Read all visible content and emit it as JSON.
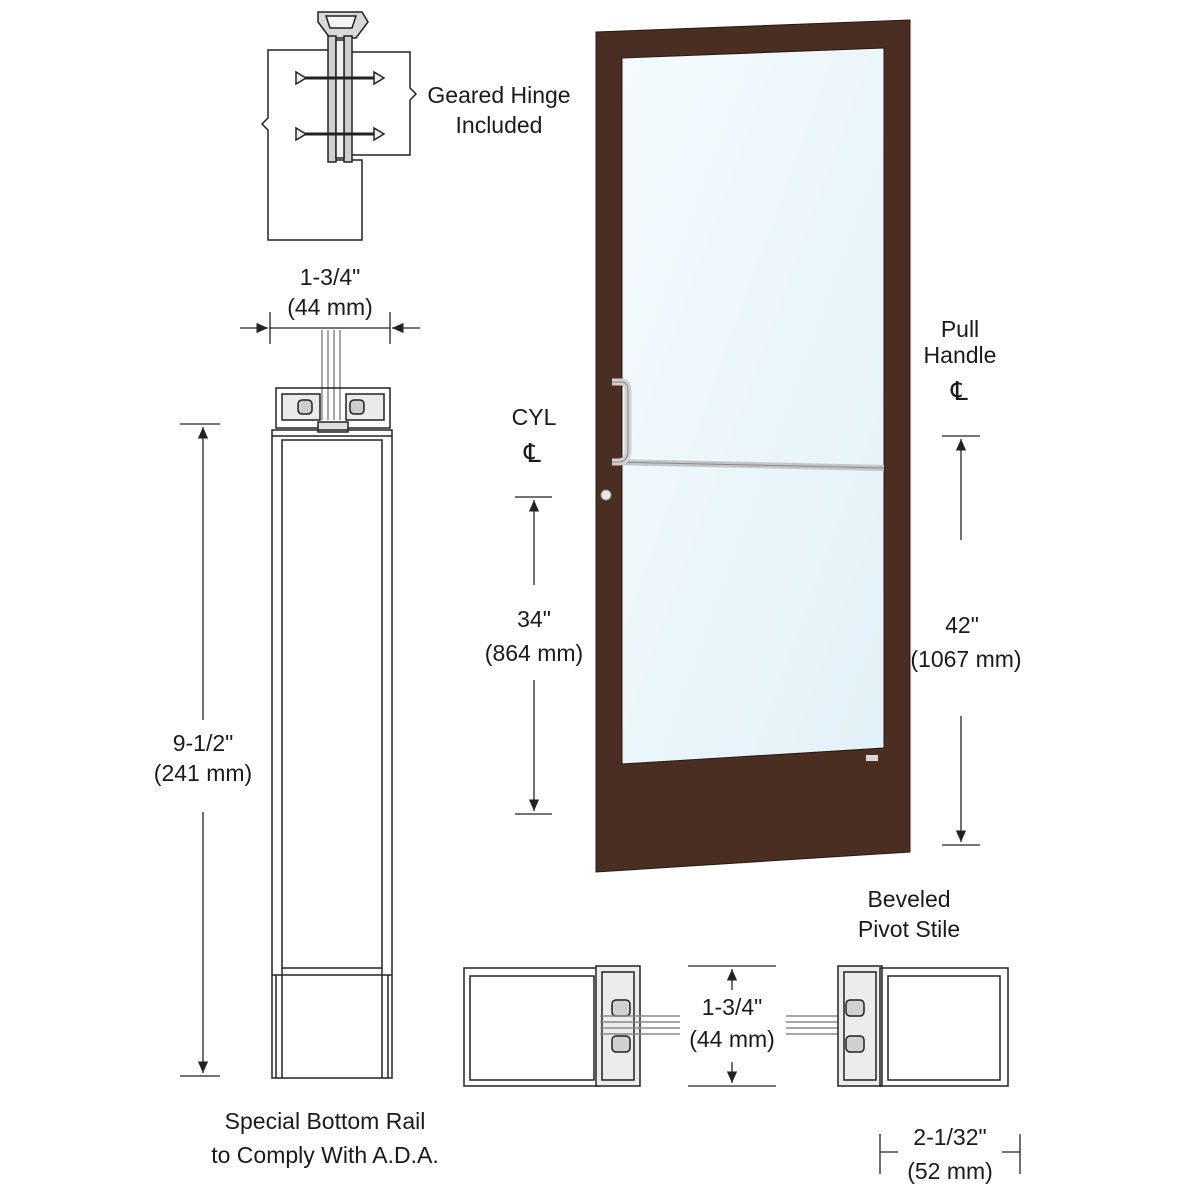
{
  "labels": {
    "hinge_line1": "Geared Hinge",
    "hinge_line2": "Included",
    "stile_width_in": "1-3/4\"",
    "stile_width_mm": "(44 mm)",
    "rail_height_in": "9-1/2\"",
    "rail_height_mm": "(241 mm)",
    "bottom_rail_line1": "Special Bottom Rail",
    "bottom_rail_line2": "to Comply With A.D.A.",
    "cyl": "CYL",
    "centerline_symbol": "℄",
    "cyl_height_in": "34\"",
    "cyl_height_mm": "(864 mm)",
    "pull_line1": "Pull",
    "pull_line2": "Handle",
    "pull_height_in": "42\"",
    "pull_height_mm": "(1067 mm)",
    "pivot_line1": "Beveled",
    "pivot_line2": "Pivot Stile",
    "section_width_in": "1-3/4\"",
    "section_width_mm": "(44 mm)",
    "bevel_width_in": "2-1/32\"",
    "bevel_width_mm": "(52 mm)"
  },
  "colors": {
    "door_frame": "#4a2e22",
    "glass": "#eef7fb",
    "line": "#222222",
    "hardware": "#b9b9b9"
  }
}
